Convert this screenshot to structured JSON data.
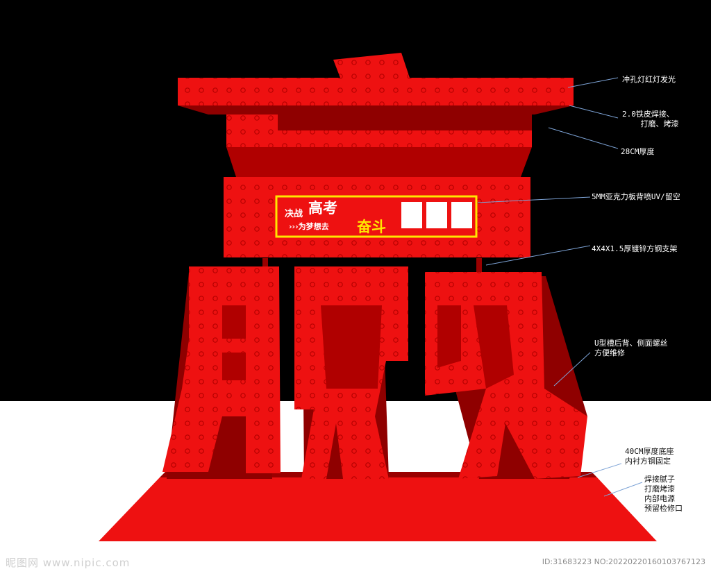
{
  "sign": {
    "panel_line1_small": "决战",
    "panel_line1_big": "高考",
    "panel_line2_small": "›››为梦想去",
    "panel_line2_big": "奋斗"
  },
  "annotations": [
    {
      "text": "冲孔灯红灯发光"
    },
    {
      "text": "2.0铁皮焊接、\n    打磨、烤漆"
    },
    {
      "text": "28CM厚度"
    },
    {
      "text": "5MM亚克力板背喷UV/留空"
    },
    {
      "text": "4X4X1.5厚镀锌方钢支架"
    },
    {
      "text": "U型槽后背、侧面螺丝\n方便维修"
    },
    {
      "text": "40CM厚度底座\n内衬方钢固定"
    },
    {
      "text": "焊接腻子\n打磨烤漆\n内部电源\n预留检修口"
    }
  ],
  "watermark": {
    "left": "昵图网 www.nipic.com",
    "right": "ID:31683223 NO:20220220160103767123"
  },
  "colors": {
    "red": "#ee1111",
    "dark_red": "#8f0000",
    "panel_frame": "#ffe600"
  }
}
